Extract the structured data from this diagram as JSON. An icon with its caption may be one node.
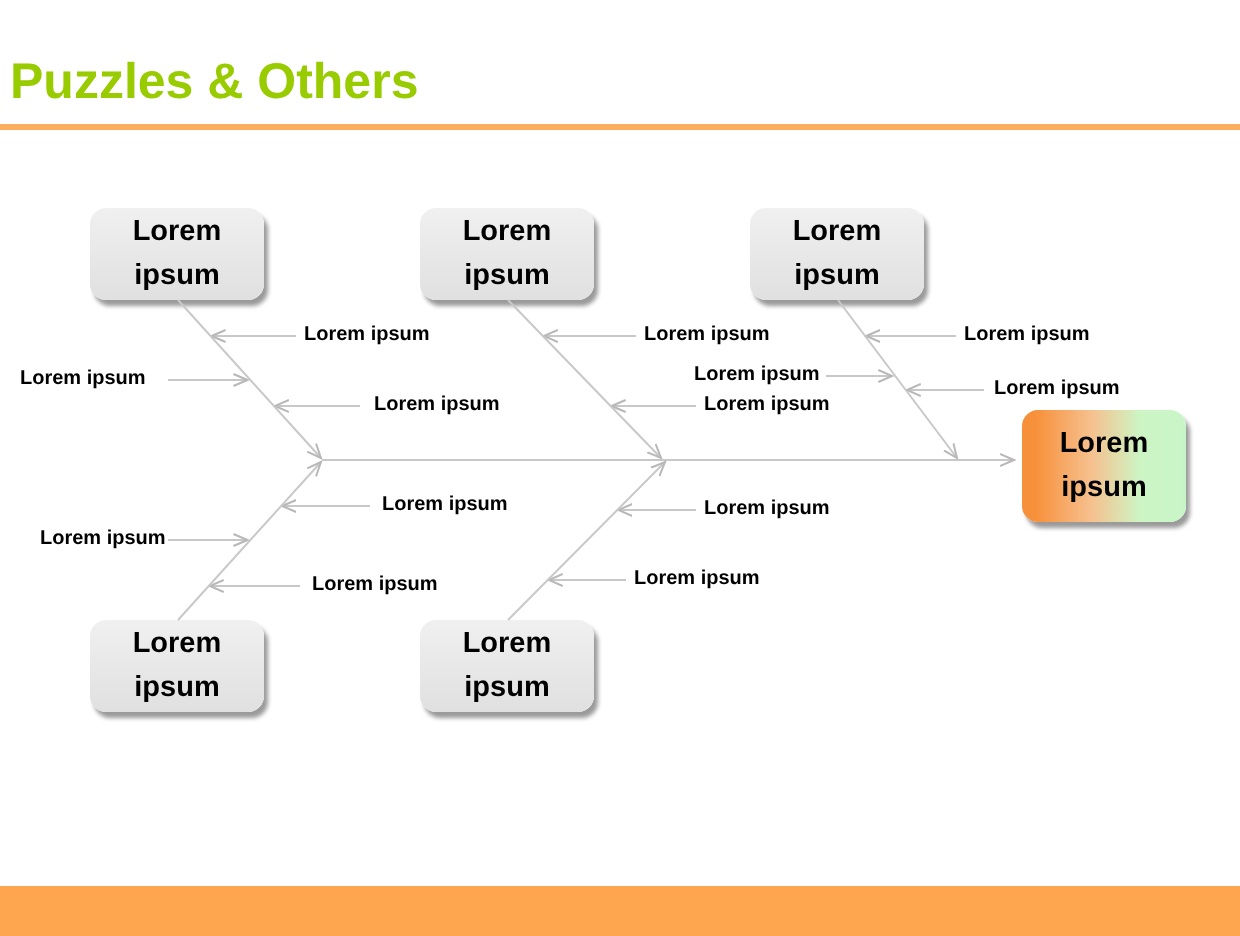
{
  "diagram": {
    "title": "Puzzles & Others",
    "nodes": [
      {
        "text": [
          "Lorem ipsum"
        ]
      },
      {
        "text": [
          "Lorem ipsum"
        ]
      },
      {
        "text": [
          "Lorem ipsum"
        ]
      },
      {
        "text": [
          "Lorem ipsum"
        ]
      },
      {
        "text": [
          "Lorem ipsum"
        ]
      },
      {
        "text": [
          "Lorem ipsum"
        ]
      },
      {
        "text": [
          "Lorem ipsum"
        ]
      },
      {
        "text": [
          "Lorem ipsum"
        ]
      },
      {
        "text": [
          "Lorem ipsum"
        ]
      },
      {
        "text": [
          "Lorem ipsum"
        ]
      },
      {
        "text": [
          "Lorem ipsum"
        ]
      },
      {
        "text": [
          "Lorem ipsum"
        ]
      },
      {
        "text": [
          "Lorem ipsum"
        ]
      },
      {
        "text": [
          "Lorem ipsum"
        ]
      },
      {
        "text": [
          "Lorem ipsum"
        ]
      },
      {
        "text": [
          "Lorem ipsum"
        ]
      },
      {
        "text": [
          "Lorem ipsum"
        ]
      },
      {
        "text": [
          "Lorem ipsum"
        ]
      },
      {
        "text": [
          "Lorem ipsum"
        ]
      },
      {
        "text": [],
        "shape": "line"
      },
      {
        "text": [],
        "shape": "line"
      },
      {
        "text": [],
        "shape": "line"
      },
      {
        "text": [],
        "shape": "line"
      },
      {
        "text": [],
        "shape": "line"
      }
    ],
    "edges": [
      {
        "from": 19,
        "to": 3,
        "arrow": "to"
      },
      {
        "from": 6,
        "to": 19,
        "arrow": "to"
      },
      {
        "from": 7,
        "to": 19,
        "arrow": "to"
      },
      {
        "from": 8,
        "to": 19,
        "arrow": "to"
      },
      {
        "from": 9,
        "to": 20,
        "arrow": "to"
      },
      {
        "from": 10,
        "to": 21,
        "arrow": "to"
      },
      {
        "from": 11,
        "to": 20,
        "arrow": "to"
      },
      {
        "from": 12,
        "to": 21,
        "arrow": "to"
      },
      {
        "from": 13,
        "to": 21,
        "arrow": "to"
      },
      {
        "from": 14,
        "to": 22,
        "arrow": "to"
      },
      {
        "from": 15,
        "to": 22,
        "arrow": "to"
      },
      {
        "from": 16,
        "to": 22,
        "arrow": "to"
      },
      {
        "from": 17,
        "to": 23,
        "arrow": "to"
      },
      {
        "from": 18,
        "to": 23,
        "arrow": "to"
      }
    ]
  }
}
